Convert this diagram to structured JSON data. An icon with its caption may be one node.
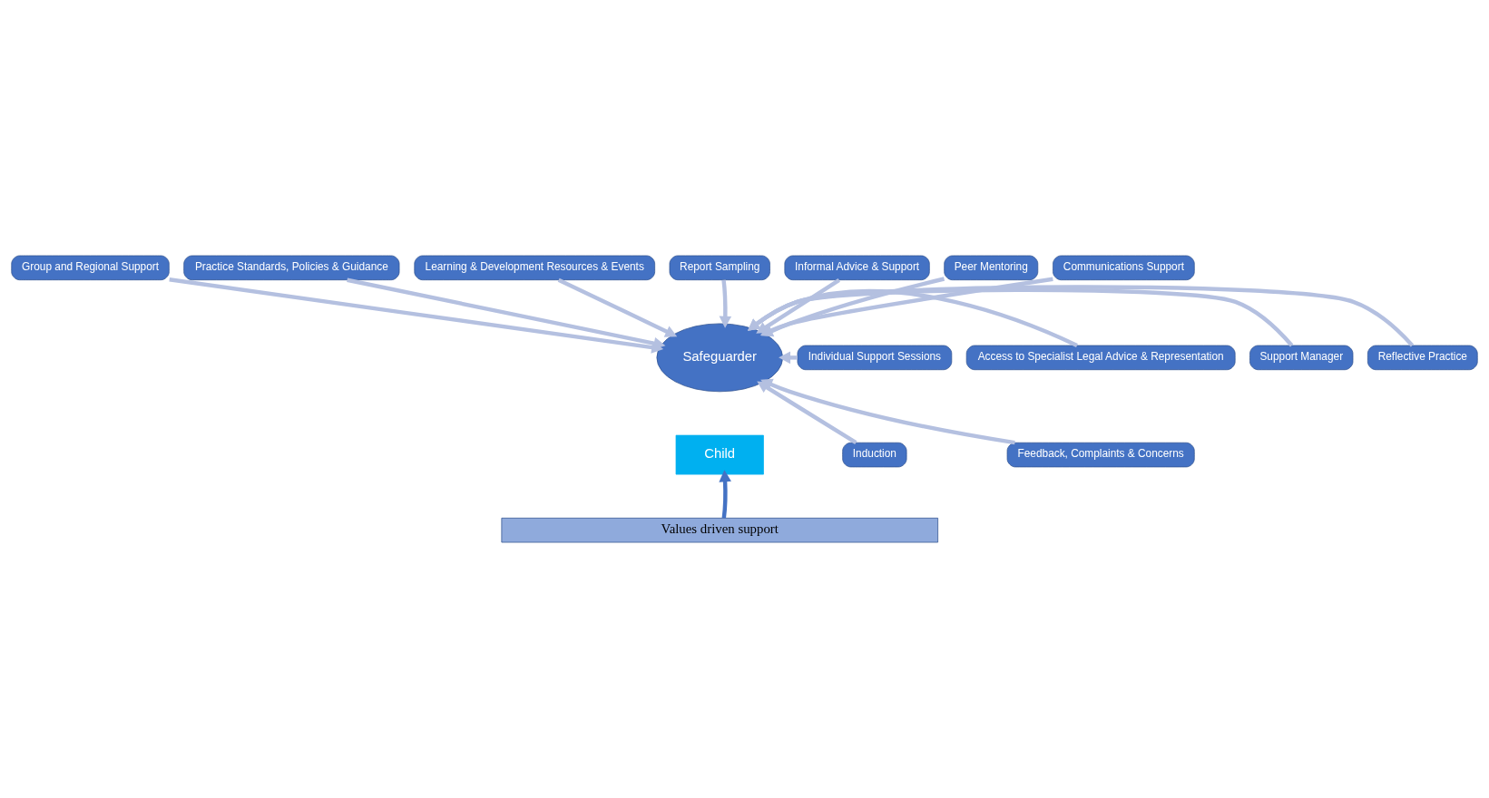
{
  "diagram": {
    "nodes": [
      {
        "text": [
          "Practice Standards, Policies & Guidance"
        ]
      },
      {
        "text": [
          "Learning & Development Resources & Events"
        ]
      },
      {
        "text": [
          "Report Sampling"
        ]
      },
      {
        "text": [
          "Informal Advice & Support"
        ]
      },
      {
        "text": [
          "Peer Mentoring"
        ]
      },
      {
        "text": [
          "Group and Regional Support"
        ]
      },
      {
        "text": [
          "Communications Support"
        ]
      },
      {
        "text": [
          "Individual Support Sessions"
        ]
      },
      {
        "text": [
          "Access to Specialist Legal Advice & Representation"
        ]
      },
      {
        "text": [
          "Support Manager"
        ]
      },
      {
        "text": [
          "Safeguarder"
        ]
      },
      {
        "text": [
          "Reflective Practice"
        ]
      },
      {
        "text": [
          "Child"
        ]
      },
      {
        "text": [
          "Induction"
        ]
      },
      {
        "text": [
          "Feedback, Complaints & Concerns"
        ]
      },
      {
        "text": [
          "Values driven support"
        ]
      }
    ],
    "edges": [
      {
        "from": 0,
        "to": 10,
        "arrow": "to"
      },
      {
        "from": 1,
        "to": 10,
        "arrow": "to"
      },
      {
        "from": 2,
        "to": 10,
        "arrow": "to"
      },
      {
        "from": 3,
        "to": 10,
        "arrow": "to"
      },
      {
        "from": 4,
        "to": 10,
        "arrow": "to"
      },
      {
        "from": 5,
        "to": 10,
        "arrow": "to"
      },
      {
        "from": 6,
        "to": 10,
        "arrow": "to"
      },
      {
        "from": 7,
        "to": 10,
        "arrow": "to"
      },
      {
        "from": 8,
        "to": 10,
        "arrow": "to"
      },
      {
        "from": 9,
        "to": 10,
        "arrow": "to"
      },
      {
        "from": 11,
        "to": 10,
        "arrow": "to"
      },
      {
        "from": 13,
        "to": 10,
        "arrow": "to"
      },
      {
        "from": 14,
        "to": 10,
        "arrow": "to"
      },
      {
        "from": 15,
        "to": 12,
        "arrow": "to",
        "color": "#4472c4"
      }
    ]
  }
}
